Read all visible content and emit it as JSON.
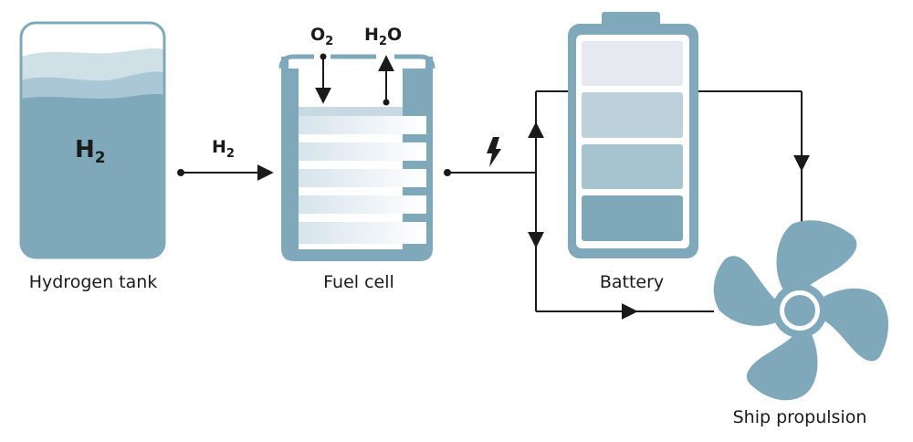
{
  "labels": {
    "hydrogen_tank": "Hydrogen tank",
    "fuel_cell": "Fuel cell",
    "battery": "Battery",
    "ship_propulsion": "Ship propulsion"
  },
  "formulas": {
    "tank": {
      "base": "H",
      "sub": "2"
    },
    "flow": {
      "base": "H",
      "sub": "2"
    },
    "oxygen": {
      "base": "O",
      "sub": "2"
    },
    "water": {
      "pre": "H",
      "sub": "2",
      "post": "O"
    }
  },
  "icons": {
    "electricity": "lightning-bolt-icon"
  },
  "colors": {
    "primary": "#7FA9BB",
    "tank_light": "#CFE0E7",
    "tank_mid": "#A9C7D4",
    "battery_cell_1": "#E6EAF0",
    "battery_cell_2": "#BCD1DA",
    "battery_cell_3": "#A6C3D0",
    "battery_cell_4": "#7FA9BB",
    "line": "#1a1a1a"
  }
}
